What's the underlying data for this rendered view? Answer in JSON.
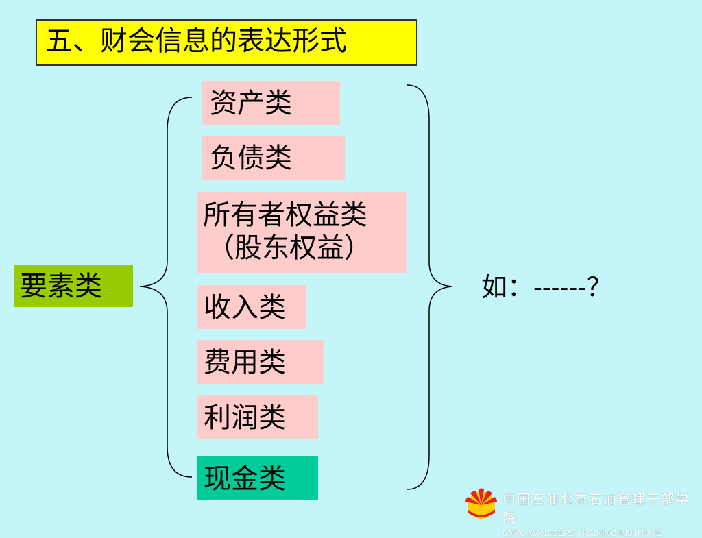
{
  "title": "五、财会信息的表达形式",
  "root": {
    "label": "要素类"
  },
  "items": [
    {
      "label": "资产类"
    },
    {
      "label": "负债类"
    },
    {
      "label": "所有者权益类",
      "label2": "（股东权益）"
    },
    {
      "label": "收入类"
    },
    {
      "label": "费用类"
    },
    {
      "label": "利润类"
    },
    {
      "label": "现金类"
    }
  ],
  "note": "如：------？",
  "footer": {
    "org_cn": "中国石油北京石油管理干部学院",
    "org_en": "CNPC MANAGERS TRAINING INSTITUTE"
  },
  "colors": {
    "background": "#c4f6f9",
    "title_bg": "#ffff00",
    "item_bg": "#ffcccc",
    "root_bg": "#99cc00",
    "cash_bg": "#00cc99",
    "logo_red": "#e8231e",
    "logo_yellow": "#ffcc00"
  }
}
